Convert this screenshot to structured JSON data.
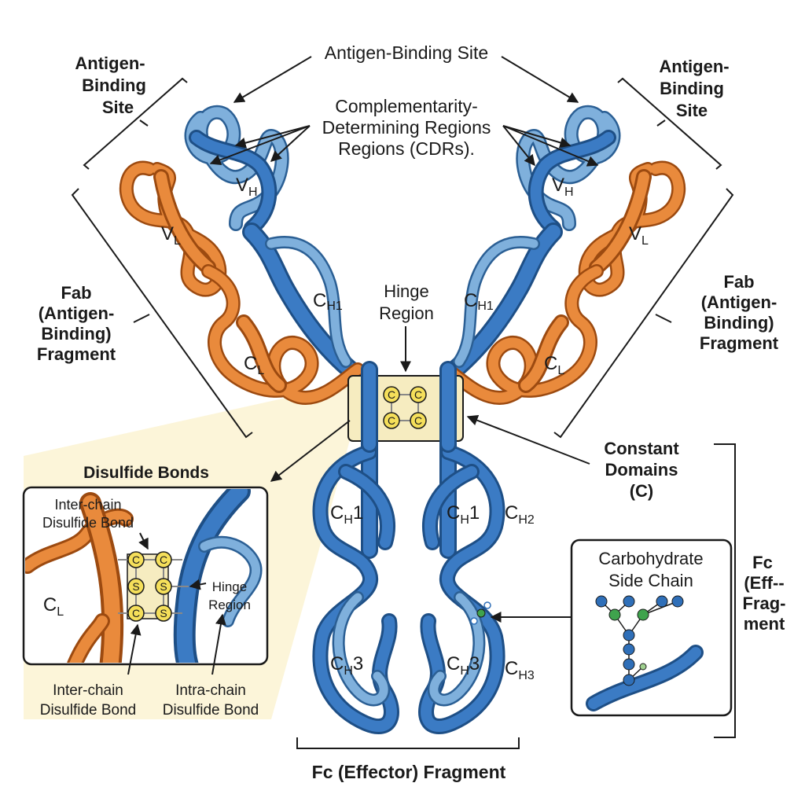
{
  "labels": {
    "antigen_binding_site_top": "Antigen-Binding Site",
    "antigen_binding_site_left_1": "Antigen-",
    "antigen_binding_site_left_2": "Binding",
    "antigen_binding_site_left_3": "Site",
    "antigen_binding_site_right_1": "Antigen-",
    "antigen_binding_site_right_2": "Binding",
    "antigen_binding_site_right_3": "Site",
    "cdr_1": "Complementarity-",
    "cdr_2": "Determining Regions",
    "cdr_3": "Regions (CDRs).",
    "fab_left_1": "Fab",
    "fab_left_2": "(Antigen-",
    "fab_left_3": "Binding)",
    "fab_left_4": "Fragment",
    "fab_right_1": "Fab",
    "fab_right_2": "(Antigen-",
    "fab_right_3": "Binding)",
    "fab_right_4": "Fragment",
    "hinge_1": "Hinge",
    "hinge_2": "Region",
    "constant_1": "Constant",
    "constant_2": "Domains",
    "constant_3": "(C)",
    "disulfide_title": "Disulfide Bonds",
    "inset_inter_top_1": "Inter-chain",
    "inset_inter_top_2": "Disulfide Bond",
    "inset_hinge_1": "Hinge",
    "inset_hinge_2": "Region",
    "inset_inter_bottom_1": "Inter-chain",
    "inset_inter_bottom_2": "Disulfide Bond",
    "inset_intra_1": "Intra-chain",
    "inset_intra_2": "Disulfide Bond",
    "carb_1": "Carbohydrate",
    "carb_2": "Side Chain",
    "fc_right_1": "Fc",
    "fc_right_2": "(Eff--",
    "fc_right_3": "Frag-",
    "fc_right_4": "ment",
    "fc_bottom": "Fc (Effector) Fragment"
  },
  "domains": {
    "vh": "V",
    "vh_sub": "H",
    "vl": "V",
    "vl_sub": "L",
    "ch": "C",
    "ch1_sub": "H1",
    "ch1_sub_spaced": "H",
    "one": "1",
    "ch2_sub": "H2",
    "ch3_sub": "H",
    "three": "3",
    "ch3_sub_full": "H3",
    "cl": "C",
    "cl_sub": "L"
  },
  "atoms": {
    "c": "C",
    "s": "S"
  },
  "colors": {
    "heavy_chain": "#3b7bc4",
    "heavy_chain_light": "#7fb0dc",
    "light_chain": "#e98a3c",
    "hinge_box": "#f6ecc0",
    "atom_fill": "#f5df5a",
    "glycan_blue": "#2f6fb8",
    "glycan_green": "#3fa34d"
  }
}
